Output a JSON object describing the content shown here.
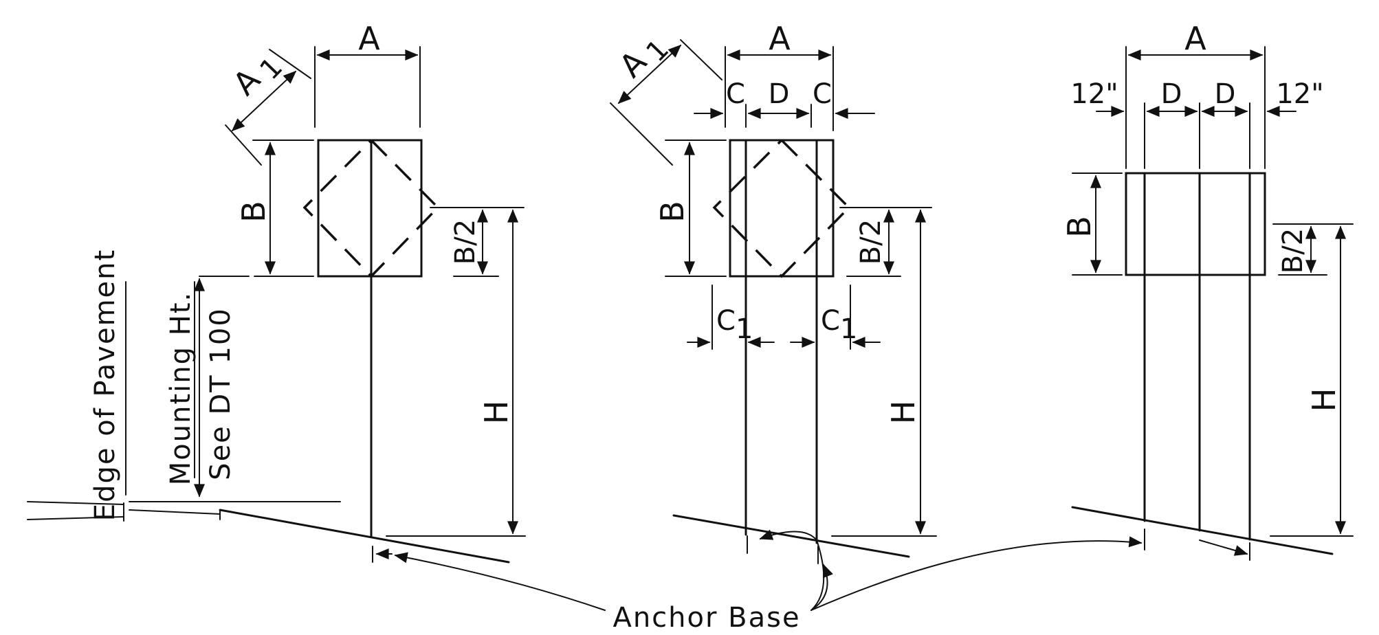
{
  "labels": {
    "a": "A",
    "a1": "A",
    "a1_sub": "1",
    "b": "B",
    "b_half": "B/2",
    "c": "C",
    "c1": "C",
    "c1_sub": "1",
    "d": "D",
    "h": "H",
    "twelve_in": "12\""
  },
  "notes": {
    "edge_of_pavement": "Edge of Pavement",
    "mounting_ht": "Mounting Ht.",
    "see_dt100": "See DT 100",
    "anchor_base": "Anchor Base"
  },
  "colors": {
    "ink": "#111111",
    "paper": "#ffffff"
  }
}
